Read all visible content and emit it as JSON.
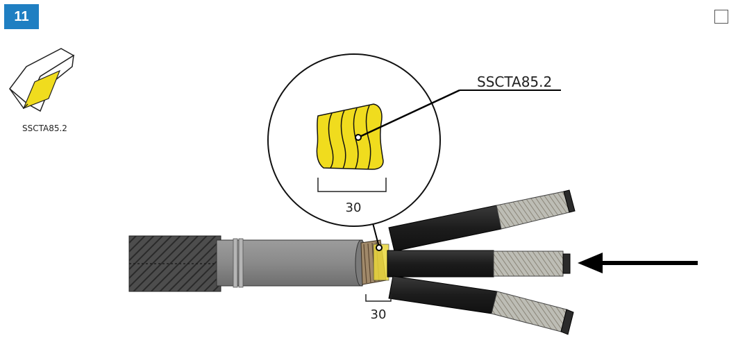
{
  "step_number": "11",
  "tape_icon_caption": "SSCTA85.2",
  "callout_label": "SSCTA85.2",
  "zoom_dimension": "30",
  "cable_dimension": "30",
  "colors": {
    "badge": "#1f7fc2",
    "tape_yellow": "#f0dc1e",
    "outer_sheath": "#4a4a4a",
    "inner_sheath": "#8f8f8f",
    "core_insulation": "#232323",
    "arrow": "#000000"
  },
  "icons": [
    "tape-roll-icon",
    "direction-arrow-icon",
    "checkbox-icon"
  ]
}
